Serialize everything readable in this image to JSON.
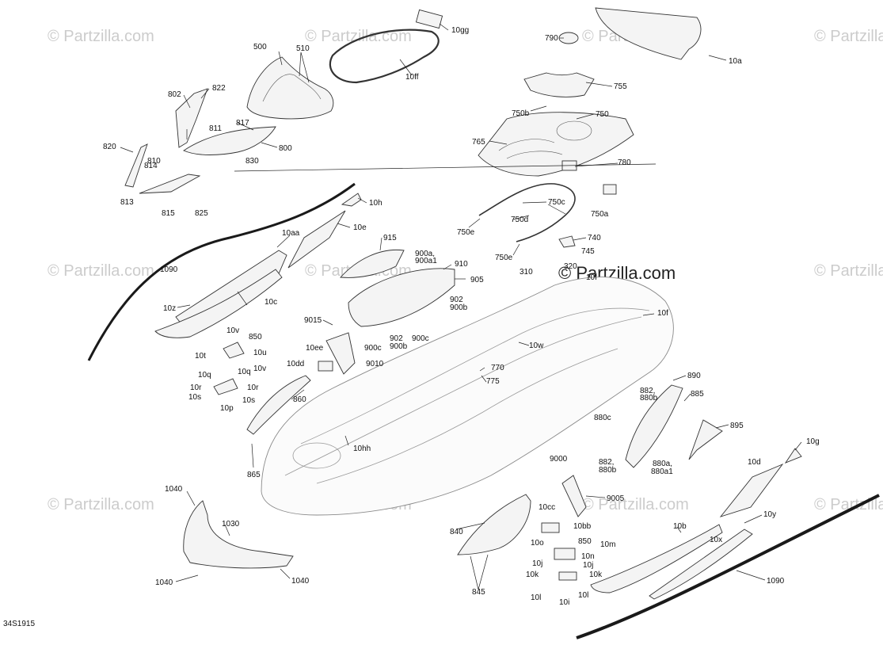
{
  "watermark": "© Partzilla.com",
  "brand_watermark": "© Partzilla.com",
  "diagram_code": "34S1915",
  "callouts": [
    {
      "id": "c500",
      "text": "500"
    },
    {
      "id": "c510",
      "text": "510"
    },
    {
      "id": "c10gg",
      "text": "10gg"
    },
    {
      "id": "c10ff",
      "text": "10ff"
    },
    {
      "id": "c790",
      "text": "790"
    },
    {
      "id": "c10a",
      "text": "10a"
    },
    {
      "id": "c755",
      "text": "755"
    },
    {
      "id": "c750b",
      "text": "750b"
    },
    {
      "id": "c750",
      "text": "750"
    },
    {
      "id": "c765",
      "text": "765"
    },
    {
      "id": "c780",
      "text": "780"
    },
    {
      "id": "c802",
      "text": "802"
    },
    {
      "id": "c822",
      "text": "822"
    },
    {
      "id": "c811",
      "text": "811"
    },
    {
      "id": "c817",
      "text": "817"
    },
    {
      "id": "c800",
      "text": "800"
    },
    {
      "id": "c820",
      "text": "820"
    },
    {
      "id": "c810",
      "text": "810"
    },
    {
      "id": "c814",
      "text": "814"
    },
    {
      "id": "c830",
      "text": "830"
    },
    {
      "id": "c813",
      "text": "813"
    },
    {
      "id": "c815",
      "text": "815"
    },
    {
      "id": "c825",
      "text": "825"
    },
    {
      "id": "c10h",
      "text": "10h"
    },
    {
      "id": "c750c",
      "text": "750c"
    },
    {
      "id": "c750a",
      "text": "750a"
    },
    {
      "id": "c750d",
      "text": "750d"
    },
    {
      "id": "c750e_1",
      "text": "750e"
    },
    {
      "id": "c740",
      "text": "740"
    },
    {
      "id": "c745",
      "text": "745"
    },
    {
      "id": "c750e_2",
      "text": "750e"
    },
    {
      "id": "c10e",
      "text": "10e"
    },
    {
      "id": "c10aa",
      "text": "10aa"
    },
    {
      "id": "c915",
      "text": "915"
    },
    {
      "id": "c900a",
      "text": "900a,"
    },
    {
      "id": "c900a1",
      "text": "900a1"
    },
    {
      "id": "c910",
      "text": "910"
    },
    {
      "id": "c320",
      "text": "320"
    },
    {
      "id": "c310",
      "text": "310"
    },
    {
      "id": "c10f_1",
      "text": "10f"
    },
    {
      "id": "c1090_1",
      "text": "1090"
    },
    {
      "id": "c905",
      "text": "905"
    },
    {
      "id": "c10c",
      "text": "10c"
    },
    {
      "id": "c902_1",
      "text": "902"
    },
    {
      "id": "c900b_1",
      "text": "900b"
    },
    {
      "id": "c10z",
      "text": "10z"
    },
    {
      "id": "c10f_2",
      "text": "10f"
    },
    {
      "id": "c9015",
      "text": "9015"
    },
    {
      "id": "c902_2",
      "text": "902"
    },
    {
      "id": "c900b_2",
      "text": "900b"
    },
    {
      "id": "c900c_1",
      "text": "900c"
    },
    {
      "id": "c900c_2",
      "text": "900c"
    },
    {
      "id": "c10v_1",
      "text": "10v"
    },
    {
      "id": "c850_1",
      "text": "850"
    },
    {
      "id": "c10w",
      "text": "10w"
    },
    {
      "id": "c10ee",
      "text": "10ee"
    },
    {
      "id": "c10u",
      "text": "10u"
    },
    {
      "id": "c10t",
      "text": "10t"
    },
    {
      "id": "c9010",
      "text": "9010"
    },
    {
      "id": "c10dd",
      "text": "10dd"
    },
    {
      "id": "c10v_2",
      "text": "10v"
    },
    {
      "id": "c10q_1",
      "text": "10q"
    },
    {
      "id": "c10q_2",
      "text": "10q"
    },
    {
      "id": "c770",
      "text": "770"
    },
    {
      "id": "c890",
      "text": "890"
    },
    {
      "id": "c775",
      "text": "775"
    },
    {
      "id": "c10r_1",
      "text": "10r"
    },
    {
      "id": "c10r_2",
      "text": "10r"
    },
    {
      "id": "c882_1",
      "text": "882,"
    },
    {
      "id": "c880b_1",
      "text": "880b"
    },
    {
      "id": "c885",
      "text": "885"
    },
    {
      "id": "c860",
      "text": "860"
    },
    {
      "id": "c10s_1",
      "text": "10s"
    },
    {
      "id": "c10p",
      "text": "10p"
    },
    {
      "id": "c10s_2",
      "text": "10s"
    },
    {
      "id": "c880c",
      "text": "880c"
    },
    {
      "id": "c895",
      "text": "895"
    },
    {
      "id": "c10hh",
      "text": "10hh"
    },
    {
      "id": "c10g",
      "text": "10g"
    },
    {
      "id": "c9000",
      "text": "9000"
    },
    {
      "id": "c882_2",
      "text": "882,"
    },
    {
      "id": "c880b_2",
      "text": "880b"
    },
    {
      "id": "c880a",
      "text": "880a,"
    },
    {
      "id": "c880a1",
      "text": "880a1"
    },
    {
      "id": "c10d",
      "text": "10d"
    },
    {
      "id": "c865",
      "text": "865"
    },
    {
      "id": "c1040_1",
      "text": "1040"
    },
    {
      "id": "c9005",
      "text": "9005"
    },
    {
      "id": "c10cc",
      "text": "10cc"
    },
    {
      "id": "c10y",
      "text": "10y"
    },
    {
      "id": "c1030",
      "text": "1030"
    },
    {
      "id": "c840",
      "text": "840"
    },
    {
      "id": "c10bb",
      "text": "10bb"
    },
    {
      "id": "c10b",
      "text": "10b"
    },
    {
      "id": "c850_2",
      "text": "850"
    },
    {
      "id": "c10o",
      "text": "10o"
    },
    {
      "id": "c10m",
      "text": "10m"
    },
    {
      "id": "c10x",
      "text": "10x"
    },
    {
      "id": "c10n",
      "text": "10n"
    },
    {
      "id": "c10j_1",
      "text": "10j"
    },
    {
      "id": "c10j_2",
      "text": "10j"
    },
    {
      "id": "c10k_1",
      "text": "10k"
    },
    {
      "id": "c10k_2",
      "text": "10k"
    },
    {
      "id": "c1040_2",
      "text": "1040"
    },
    {
      "id": "c1040_3",
      "text": "1040"
    },
    {
      "id": "c845",
      "text": "845"
    },
    {
      "id": "c10l_1",
      "text": "10l"
    },
    {
      "id": "c10i",
      "text": "10i"
    },
    {
      "id": "c10l_2",
      "text": "10l"
    },
    {
      "id": "c1090_2",
      "text": "1090"
    }
  ]
}
